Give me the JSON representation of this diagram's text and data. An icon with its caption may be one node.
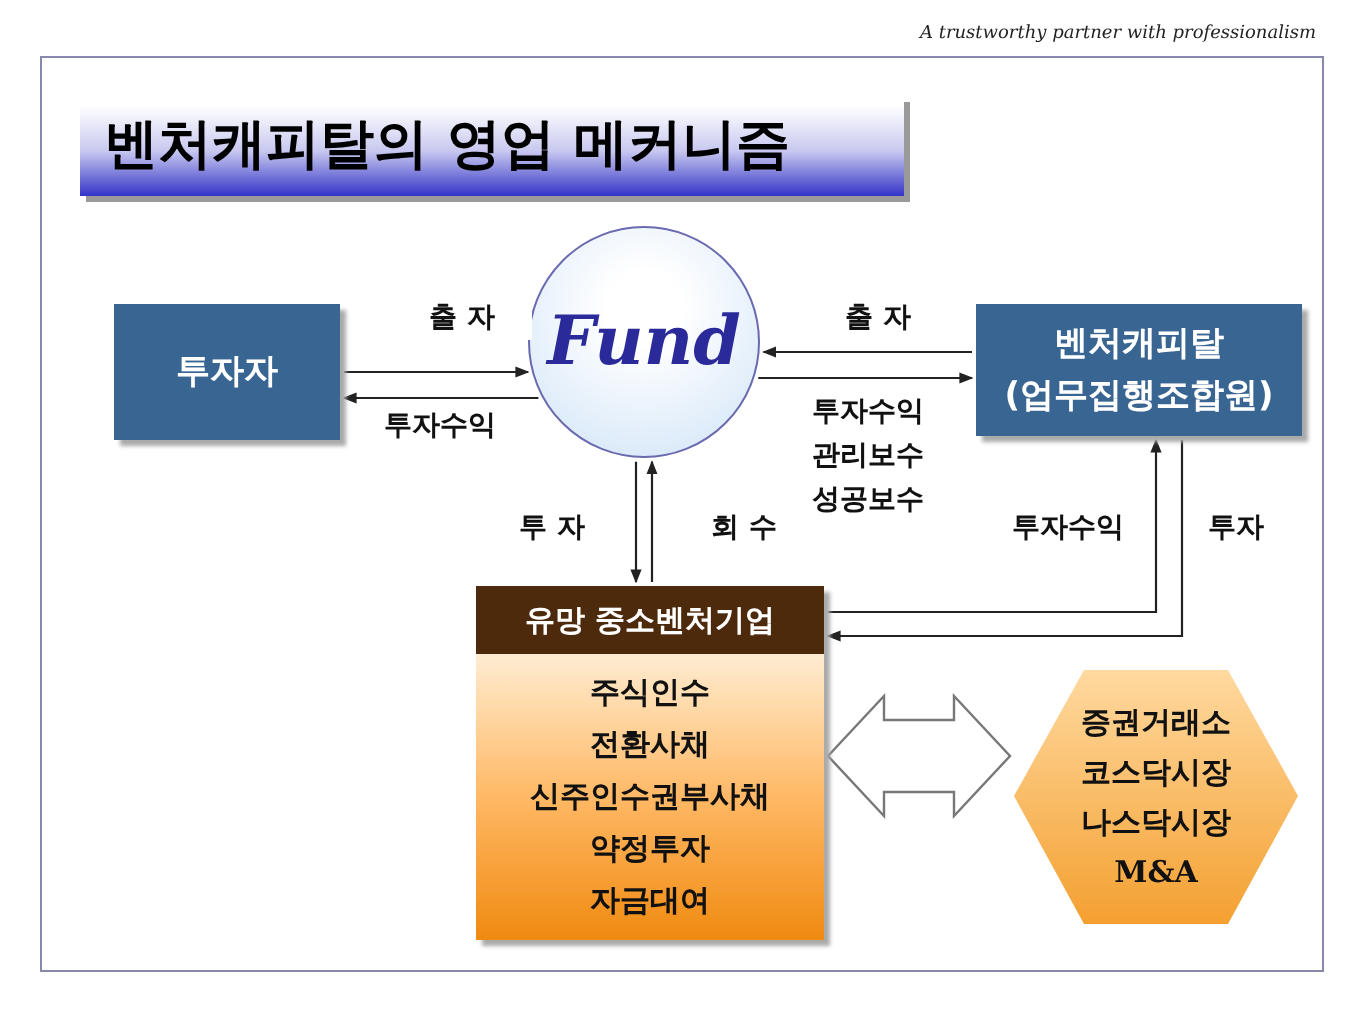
{
  "diagram": {
    "title": "벤처캐피탈의 영업 메커니즘",
    "nodes": [
      {
        "text": [
          "투자자"
        ]
      },
      {
        "text": [
          "Fund"
        ]
      },
      {
        "text": [
          "벤처캐피탈 (업무집행조합원)"
        ]
      },
      {
        "text": [
          "유망 중소벤처기업",
          "주식인수",
          "전환사채",
          "신주인수권부사채",
          "약정투자",
          "자금대여"
        ]
      },
      {
        "text": [
          "증권거래소",
          "코스닥시장",
          "나스닥시장",
          "M&A"
        ]
      }
    ],
    "edges": [
      {
        "from": 0,
        "to": 1,
        "arrow": "to",
        "label": "출 자"
      },
      {
        "from": 1,
        "to": 0,
        "arrow": "to",
        "label": "투자수익"
      },
      {
        "from": 2,
        "to": 1,
        "arrow": "to",
        "label": "출 자"
      },
      {
        "from": 1,
        "to": 2,
        "arrow": "to",
        "label": "투자수익 관리보수 성공보수"
      },
      {
        "from": 1,
        "to": 3,
        "arrow": "to",
        "label": "투 자"
      },
      {
        "from": 3,
        "to": 1,
        "arrow": "to",
        "label": "회 수"
      },
      {
        "from": 3,
        "to": 2,
        "arrow": "to",
        "label": "투자수익"
      },
      {
        "from": 2,
        "to": 3,
        "arrow": "to",
        "label": "투자"
      },
      {
        "from": 3,
        "to": 4,
        "arrow": "both"
      }
    ],
    "labels": [
      "A trustworthy partner with professionalism"
    ]
  }
}
